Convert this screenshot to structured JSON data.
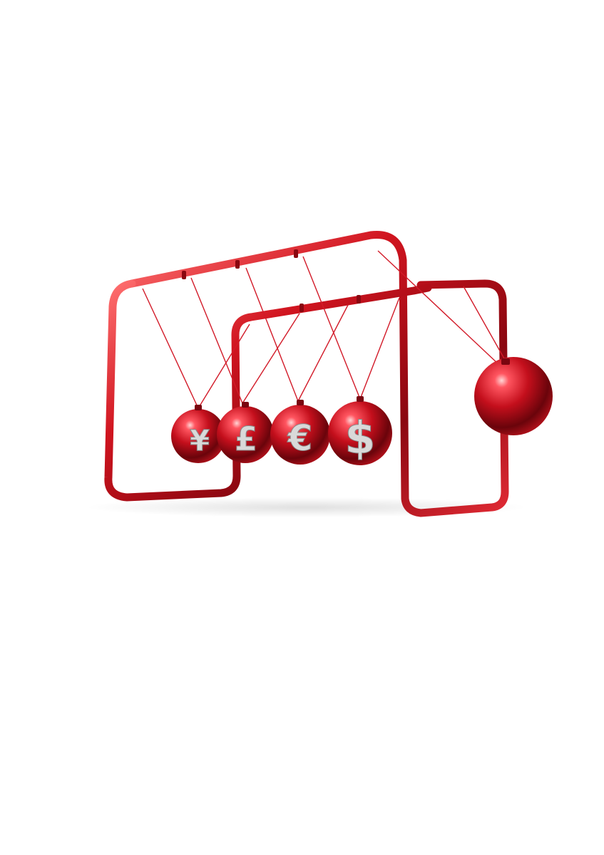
{
  "scene": {
    "subject": "newtons-cradle",
    "background_color": "#ffffff",
    "frame_color": "#c4121f",
    "frame_highlight": "#ff6a6a",
    "frame_shadow": "#5a0508",
    "ball_color": "#c40f1c",
    "symbol_color": "#d9d9d9"
  },
  "balls": [
    {
      "symbol": "¥",
      "currency": "yen"
    },
    {
      "symbol": "£",
      "currency": "pound"
    },
    {
      "symbol": "€",
      "currency": "euro"
    },
    {
      "symbol": "$",
      "currency": "dollar"
    },
    {
      "symbol": "",
      "currency": "none"
    }
  ]
}
